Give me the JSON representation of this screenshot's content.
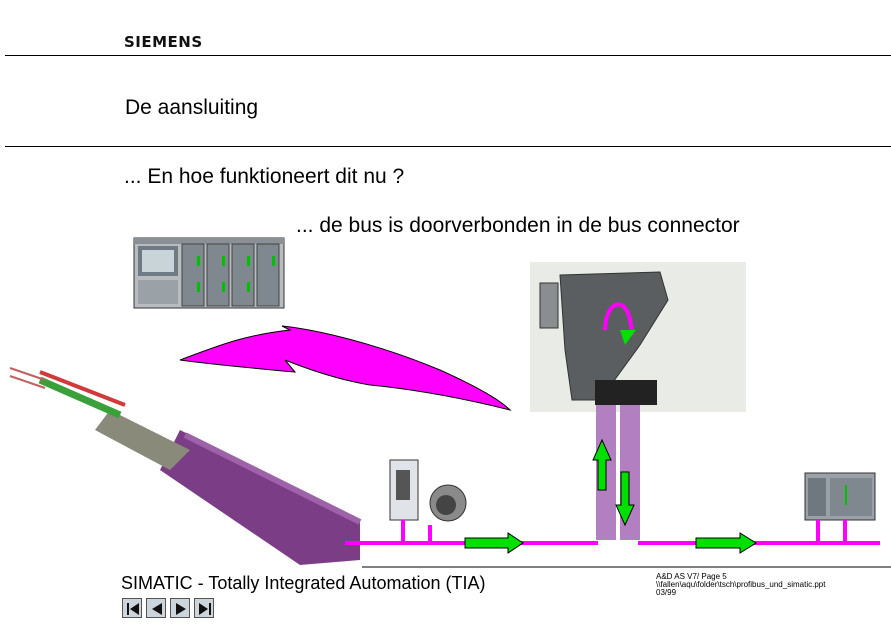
{
  "header": {
    "brand": "SIEMENS"
  },
  "slide": {
    "title": "De aansluiting",
    "question": "... En hoe funktioneert dit nu ?",
    "answer": "... de bus is doorverbonden in de bus connector"
  },
  "footer": {
    "product": "SIMATIC - Totally Integrated Automation (TIA)",
    "meta_line1": "A&D AS V7/  Page 5",
    "meta_line2": "\\\\fallen\\aqu\\folder\\tsch\\profibus_und_simatic.ppt",
    "meta_line3": "03/99"
  },
  "nav": {
    "icons": [
      "first-slide-icon",
      "previous-slide-icon",
      "next-slide-icon",
      "last-slide-icon"
    ]
  },
  "colors": {
    "bus_line": "#ff00ff",
    "arrow_fill": "#00e000",
    "cable_purple": "#7a3d86",
    "curved_arrow": "#ff00ff"
  }
}
